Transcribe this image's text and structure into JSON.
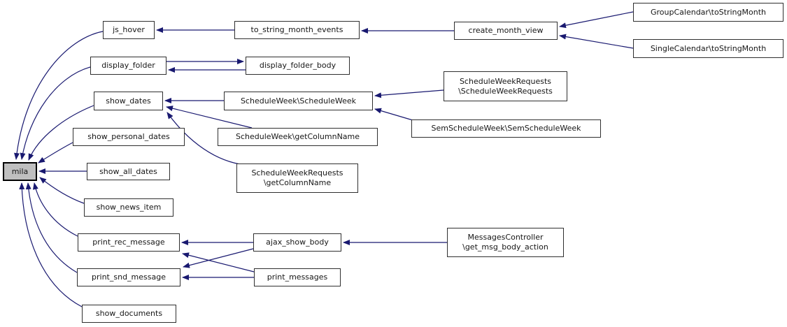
{
  "diagram": {
    "type": "doxygen-caller-graph",
    "arrow_color": "#191970",
    "node_border_color": "#2f2f2f",
    "node_fill": "#ffffff",
    "focus_node": "mila",
    "focus_node_fill": "#bfbfbf",
    "nodes": {
      "mila": {
        "label": "mila",
        "lines": [
          "mila"
        ]
      },
      "js_hover": {
        "label": "js_hover",
        "lines": [
          "js_hover"
        ]
      },
      "to_string_month_events": {
        "label": "to_string_month_events",
        "lines": [
          "to_string_month_events"
        ]
      },
      "create_month_view": {
        "label": "create_month_view",
        "lines": [
          "create_month_view"
        ]
      },
      "group_calendar": {
        "label": "GroupCalendar\\toStringMonth",
        "lines": [
          "GroupCalendar\\toStringMonth"
        ]
      },
      "single_calendar": {
        "label": "SingleCalendar\\toStringMonth",
        "lines": [
          "SingleCalendar\\toStringMonth"
        ]
      },
      "display_folder": {
        "label": "display_folder",
        "lines": [
          "display_folder"
        ]
      },
      "display_folder_body": {
        "label": "display_folder_body",
        "lines": [
          "display_folder_body"
        ]
      },
      "show_dates": {
        "label": "show_dates",
        "lines": [
          "show_dates"
        ]
      },
      "schedule_week": {
        "label": "ScheduleWeek\\ScheduleWeek",
        "lines": [
          "ScheduleWeek\\ScheduleWeek"
        ]
      },
      "swr_ctor": {
        "label": "ScheduleWeekRequests\\ScheduleWeekRequests",
        "lines": [
          "ScheduleWeekRequests",
          "\\ScheduleWeekRequests"
        ]
      },
      "sem_schedule_week": {
        "label": "SemScheduleWeek\\SemScheduleWeek",
        "lines": [
          "SemScheduleWeek\\SemScheduleWeek"
        ]
      },
      "show_personal_dates": {
        "label": "show_personal_dates",
        "lines": [
          "show_personal_dates"
        ]
      },
      "sw_getcolumnname": {
        "label": "ScheduleWeek\\getColumnName",
        "lines": [
          "ScheduleWeek\\getColumnName"
        ]
      },
      "show_all_dates": {
        "label": "show_all_dates",
        "lines": [
          "show_all_dates"
        ]
      },
      "swr_getcolumnname": {
        "label": "ScheduleWeekRequests\\getColumnName",
        "lines": [
          "ScheduleWeekRequests",
          "\\getColumnName"
        ]
      },
      "show_news_item": {
        "label": "show_news_item",
        "lines": [
          "show_news_item"
        ]
      },
      "print_rec_message": {
        "label": "print_rec_message",
        "lines": [
          "print_rec_message"
        ]
      },
      "ajax_show_body": {
        "label": "ajax_show_body",
        "lines": [
          "ajax_show_body"
        ]
      },
      "messages_controller": {
        "label": "MessagesController\\get_msg_body_action",
        "lines": [
          "MessagesController",
          "\\get_msg_body_action"
        ]
      },
      "print_snd_message": {
        "label": "print_snd_message",
        "lines": [
          "print_snd_message"
        ]
      },
      "print_messages": {
        "label": "print_messages",
        "lines": [
          "print_messages"
        ]
      },
      "show_documents": {
        "label": "show_documents",
        "lines": [
          "show_documents"
        ]
      }
    },
    "edges": [
      {
        "from": "js_hover",
        "to": "mila"
      },
      {
        "from": "display_folder",
        "to": "mila"
      },
      {
        "from": "show_dates",
        "to": "mila"
      },
      {
        "from": "show_personal_dates",
        "to": "mila"
      },
      {
        "from": "show_all_dates",
        "to": "mila"
      },
      {
        "from": "show_news_item",
        "to": "mila"
      },
      {
        "from": "print_rec_message",
        "to": "mila"
      },
      {
        "from": "print_snd_message",
        "to": "mila"
      },
      {
        "from": "show_documents",
        "to": "mila"
      },
      {
        "from": "to_string_month_events",
        "to": "js_hover"
      },
      {
        "from": "create_month_view",
        "to": "to_string_month_events"
      },
      {
        "from": "group_calendar",
        "to": "create_month_view"
      },
      {
        "from": "single_calendar",
        "to": "create_month_view"
      },
      {
        "from": "display_folder",
        "to": "display_folder_body"
      },
      {
        "from": "display_folder_body",
        "to": "display_folder"
      },
      {
        "from": "schedule_week",
        "to": "show_dates"
      },
      {
        "from": "sw_getcolumnname",
        "to": "show_dates"
      },
      {
        "from": "swr_getcolumnname",
        "to": "show_dates"
      },
      {
        "from": "swr_ctor",
        "to": "schedule_week"
      },
      {
        "from": "sem_schedule_week",
        "to": "schedule_week"
      },
      {
        "from": "ajax_show_body",
        "to": "print_rec_message"
      },
      {
        "from": "print_messages",
        "to": "print_rec_message"
      },
      {
        "from": "ajax_show_body",
        "to": "print_snd_message"
      },
      {
        "from": "print_messages",
        "to": "print_snd_message"
      },
      {
        "from": "messages_controller",
        "to": "ajax_show_body"
      }
    ]
  }
}
